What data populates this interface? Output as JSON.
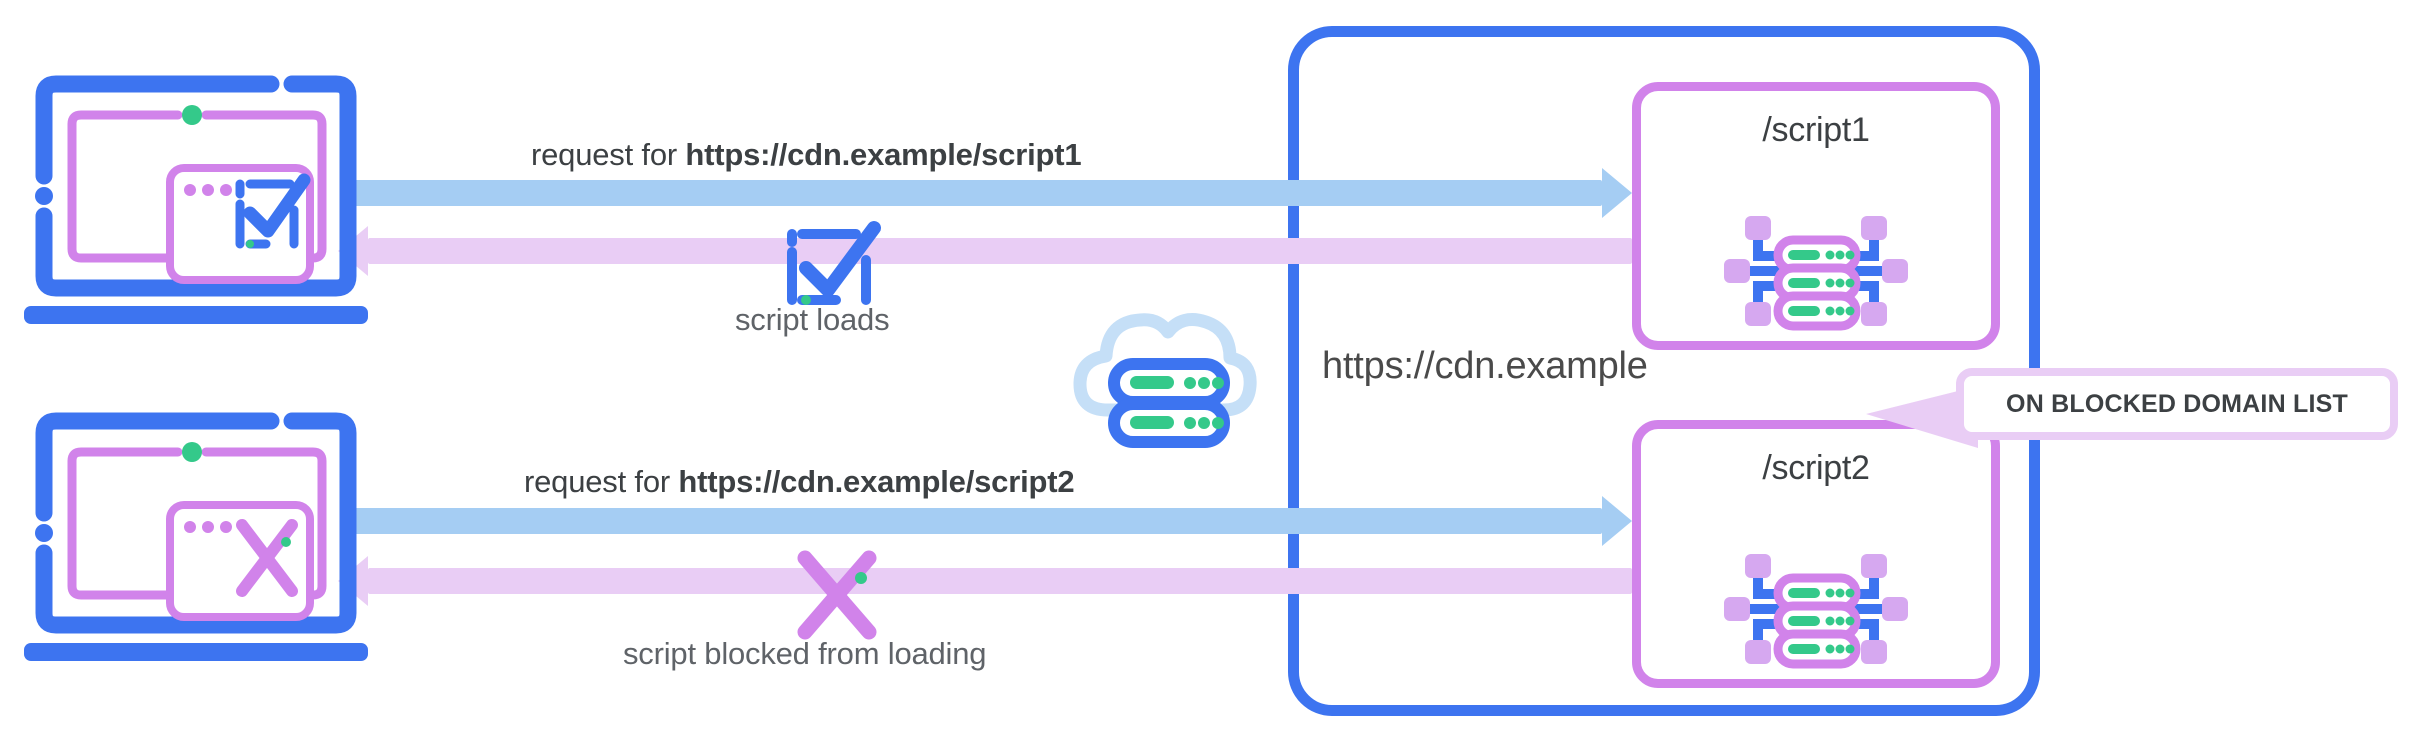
{
  "diagram": {
    "title": "CDN script blocking diagram",
    "colors": {
      "blue": "#3d74f0",
      "purple": "#d183ea",
      "light_blue_arrow": "#a5cdf3",
      "light_purple_arrow": "#e9cdf5",
      "green": "#34c98a",
      "cloud": "#c5dff7",
      "text": "#3c4043"
    }
  },
  "cdn": {
    "label": "https://cdn.example",
    "scripts": [
      {
        "name": "/script1",
        "icon": "server-rack-icon",
        "status": "allowed"
      },
      {
        "name": "/script2",
        "icon": "server-rack-icon",
        "status": "blocked"
      }
    ]
  },
  "callout": {
    "text": "ON BLOCKED DOMAIN LIST"
  },
  "flows": [
    {
      "request_prefix": "request for ",
      "request_url": "https://cdn.example/script1",
      "response_caption": "script loads",
      "response_icon": "checkbox-check-icon",
      "client_icon": "checkbox-check-icon"
    },
    {
      "request_prefix": "request for ",
      "request_url": "https://cdn.example/script2",
      "response_caption": "script blocked from loading",
      "response_icon": "cross-x-icon",
      "client_icon": "cross-x-icon"
    }
  ],
  "cloud": {
    "icon": "cloud-server-icon"
  },
  "clients": [
    {
      "device": "laptop",
      "status_dot": "green",
      "window_dots": 3
    },
    {
      "device": "laptop",
      "status_dot": "green",
      "window_dots": 3
    }
  ]
}
